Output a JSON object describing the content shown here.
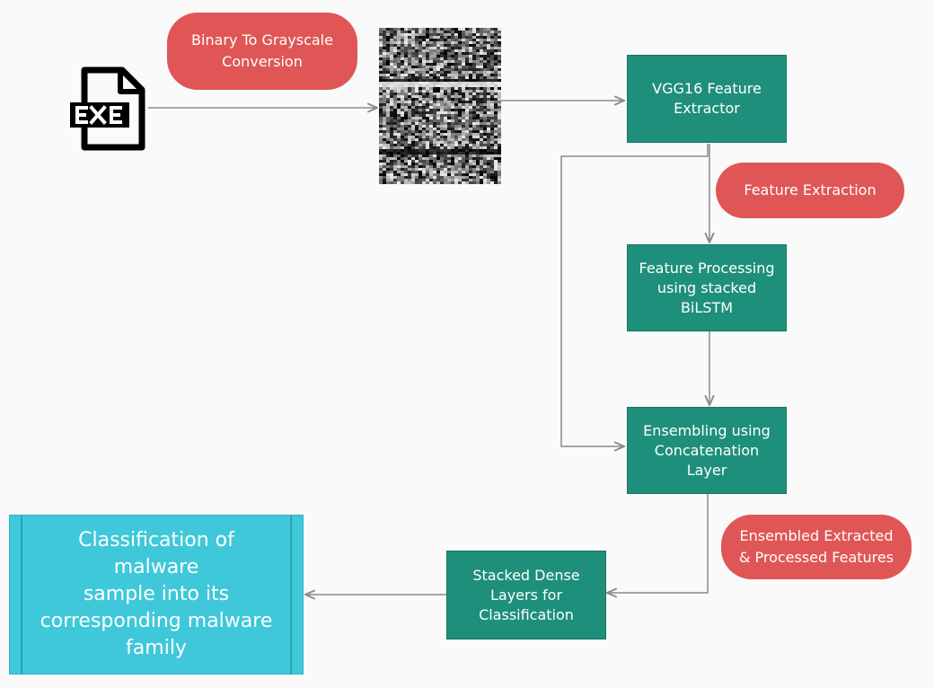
{
  "pills": {
    "conversion": [
      "Binary To Grayscale",
      "Conversion"
    ],
    "extraction": [
      "Feature Extraction"
    ],
    "ensembled": [
      "Ensembled Extracted",
      "& Processed Features"
    ]
  },
  "boxes": {
    "vgg": [
      "VGG16 Feature",
      "Extractor"
    ],
    "processing": [
      "Feature Processing",
      "using stacked",
      "BiLSTM"
    ],
    "ensembling": [
      "Ensembling using",
      "Concatenation",
      "Layer"
    ],
    "dense": [
      "Stacked Dense",
      "Layers for",
      "Classification"
    ]
  },
  "output": [
    "Classification of malware",
    "sample into its",
    "corresponding malware",
    "family"
  ],
  "icons": {
    "file": "exe-file-icon",
    "image": "grayscale-malware-image"
  },
  "colors": {
    "box": "#1e8f7a",
    "pill": "#e05656",
    "output": "#3fc8d9",
    "arrow": "#8a8a8a"
  }
}
